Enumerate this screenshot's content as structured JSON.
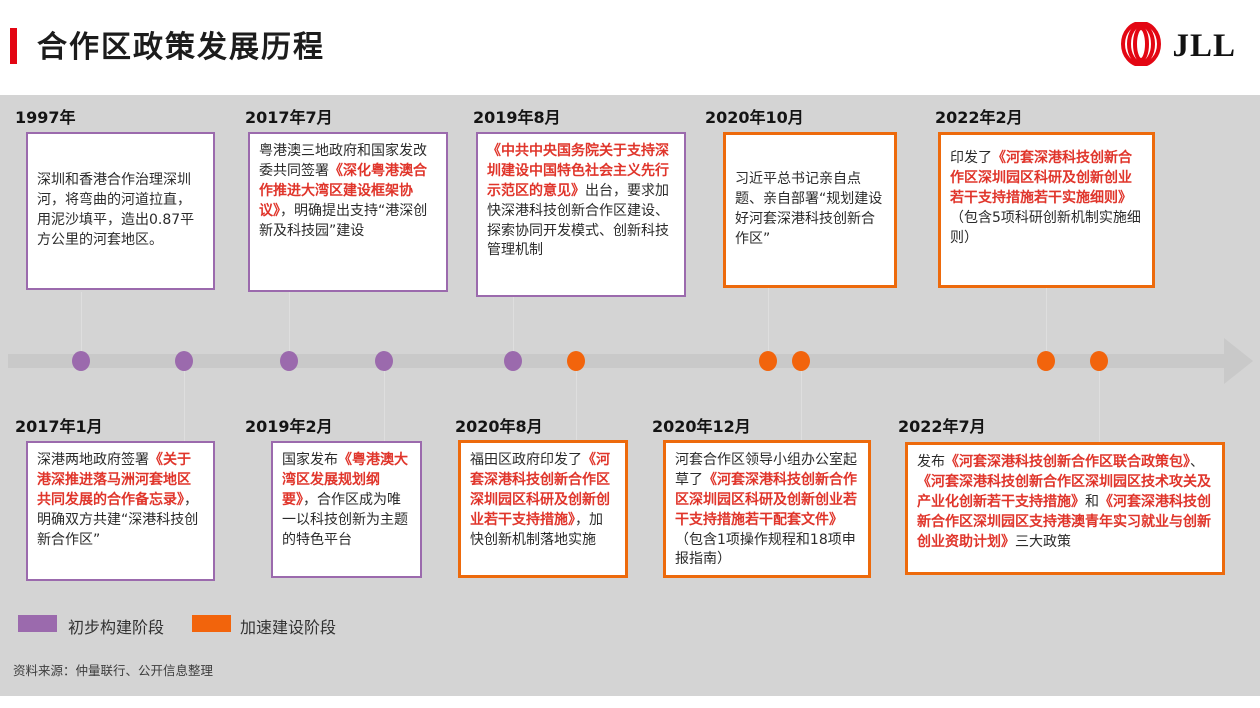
{
  "title": "合作区政策发展历程",
  "logo": {
    "text": "JLL"
  },
  "events": {
    "top": [
      {
        "date": "1997年",
        "segments": [
          {
            "text": "深圳和香港合作治理深圳河，将弯曲的河道拉直，用泥沙填平，造出0.87平方公里的河套地区。",
            "red": false
          }
        ]
      },
      {
        "date": "2017年7月",
        "segments": [
          {
            "text": "粤港澳三地政府和国家发改委共同签署",
            "red": false
          },
          {
            "text": "《深化粤港澳合作推进大湾区建设框架协议》",
            "red": true
          },
          {
            "text": "，明确提出支持“港深创新及科技园”建设",
            "red": false
          }
        ]
      },
      {
        "date": "2019年8月",
        "segments": [
          {
            "text": "《中共中央国务院关于支持深圳建设中国特色社会主义先行示范区的意见》",
            "red": true
          },
          {
            "text": "出台，要求加快深港科技创新合作区建设、探索协同开发模式、创新科技管理机制",
            "red": false
          }
        ]
      },
      {
        "date": "2020年10月",
        "segments": [
          {
            "text": "习近平总书记亲自点题、亲自部署“规划建设好河套深港科技创新合作区”",
            "red": false
          }
        ]
      },
      {
        "date": "2022年2月",
        "segments": [
          {
            "text": "印发了",
            "red": false
          },
          {
            "text": "《河套深港科技创新合作区深圳园区科研及创新创业若干支持措施若干实施细则》",
            "red": true
          },
          {
            "text": "（包含5项科研创新机制实施细则）",
            "red": false
          }
        ]
      }
    ],
    "bottom": [
      {
        "date": "2017年1月",
        "segments": [
          {
            "text": "深港两地政府签署",
            "red": false
          },
          {
            "text": "《关于港深推进落马洲河套地区共同发展的合作备忘录》",
            "red": true
          },
          {
            "text": "，明确双方共建“深港科技创新合作区”",
            "red": false
          }
        ]
      },
      {
        "date": "2019年2月",
        "segments": [
          {
            "text": "国家发布",
            "red": false
          },
          {
            "text": "《粤港澳大湾区发展规划纲要》",
            "red": true
          },
          {
            "text": "，合作区成为唯一以科技创新为主题的特色平台",
            "red": false
          }
        ]
      },
      {
        "date": "2020年8月",
        "segments": [
          {
            "text": "福田区政府印发了",
            "red": false
          },
          {
            "text": "《河套深港科技创新合作区深圳园区科研及创新创业若干支持措施》",
            "red": true
          },
          {
            "text": "，加快创新机制落地实施",
            "red": false
          }
        ]
      },
      {
        "date": "2020年12月",
        "segments": [
          {
            "text": "河套合作区领导小组办公室起草了",
            "red": false
          },
          {
            "text": "《河套深港科技创新合作区深圳园区科研及创新创业若干支持措施若干配套文件》",
            "red": true
          },
          {
            "text": "（包含1项操作规程和18项申报指南）",
            "red": false
          }
        ]
      },
      {
        "date": "2022年7月",
        "segments": [
          {
            "text": "发布",
            "red": false
          },
          {
            "text": "《河套深港科技创新合作区联合政策包》",
            "red": true
          },
          {
            "text": "、",
            "red": false
          },
          {
            "text": "《河套深港科技创新合作区深圳园区技术攻关及产业化创新若干支持措施》",
            "red": true
          },
          {
            "text": "和",
            "red": false
          },
          {
            "text": "《河套深港科技创新合作区深圳园区支持港澳青年实习就业与创新创业资助计划》",
            "red": true
          },
          {
            "text": "三大政策",
            "red": false
          }
        ]
      }
    ]
  },
  "legend": [
    {
      "label": "初步构建阶段",
      "color": "#9b6aad"
    },
    {
      "label": "加速建设阶段",
      "color": "#f2640c"
    }
  ],
  "source": "资料来源：仲量联行、公开信息整理",
  "colors": {
    "phase_initial": "#9b6aad",
    "phase_accelerated": "#f2640c",
    "highlight_red": "#e0352b",
    "brand_red": "#e30613",
    "timeline_gray": "#c9c9c9",
    "background_gray": "#d4d4d4"
  }
}
